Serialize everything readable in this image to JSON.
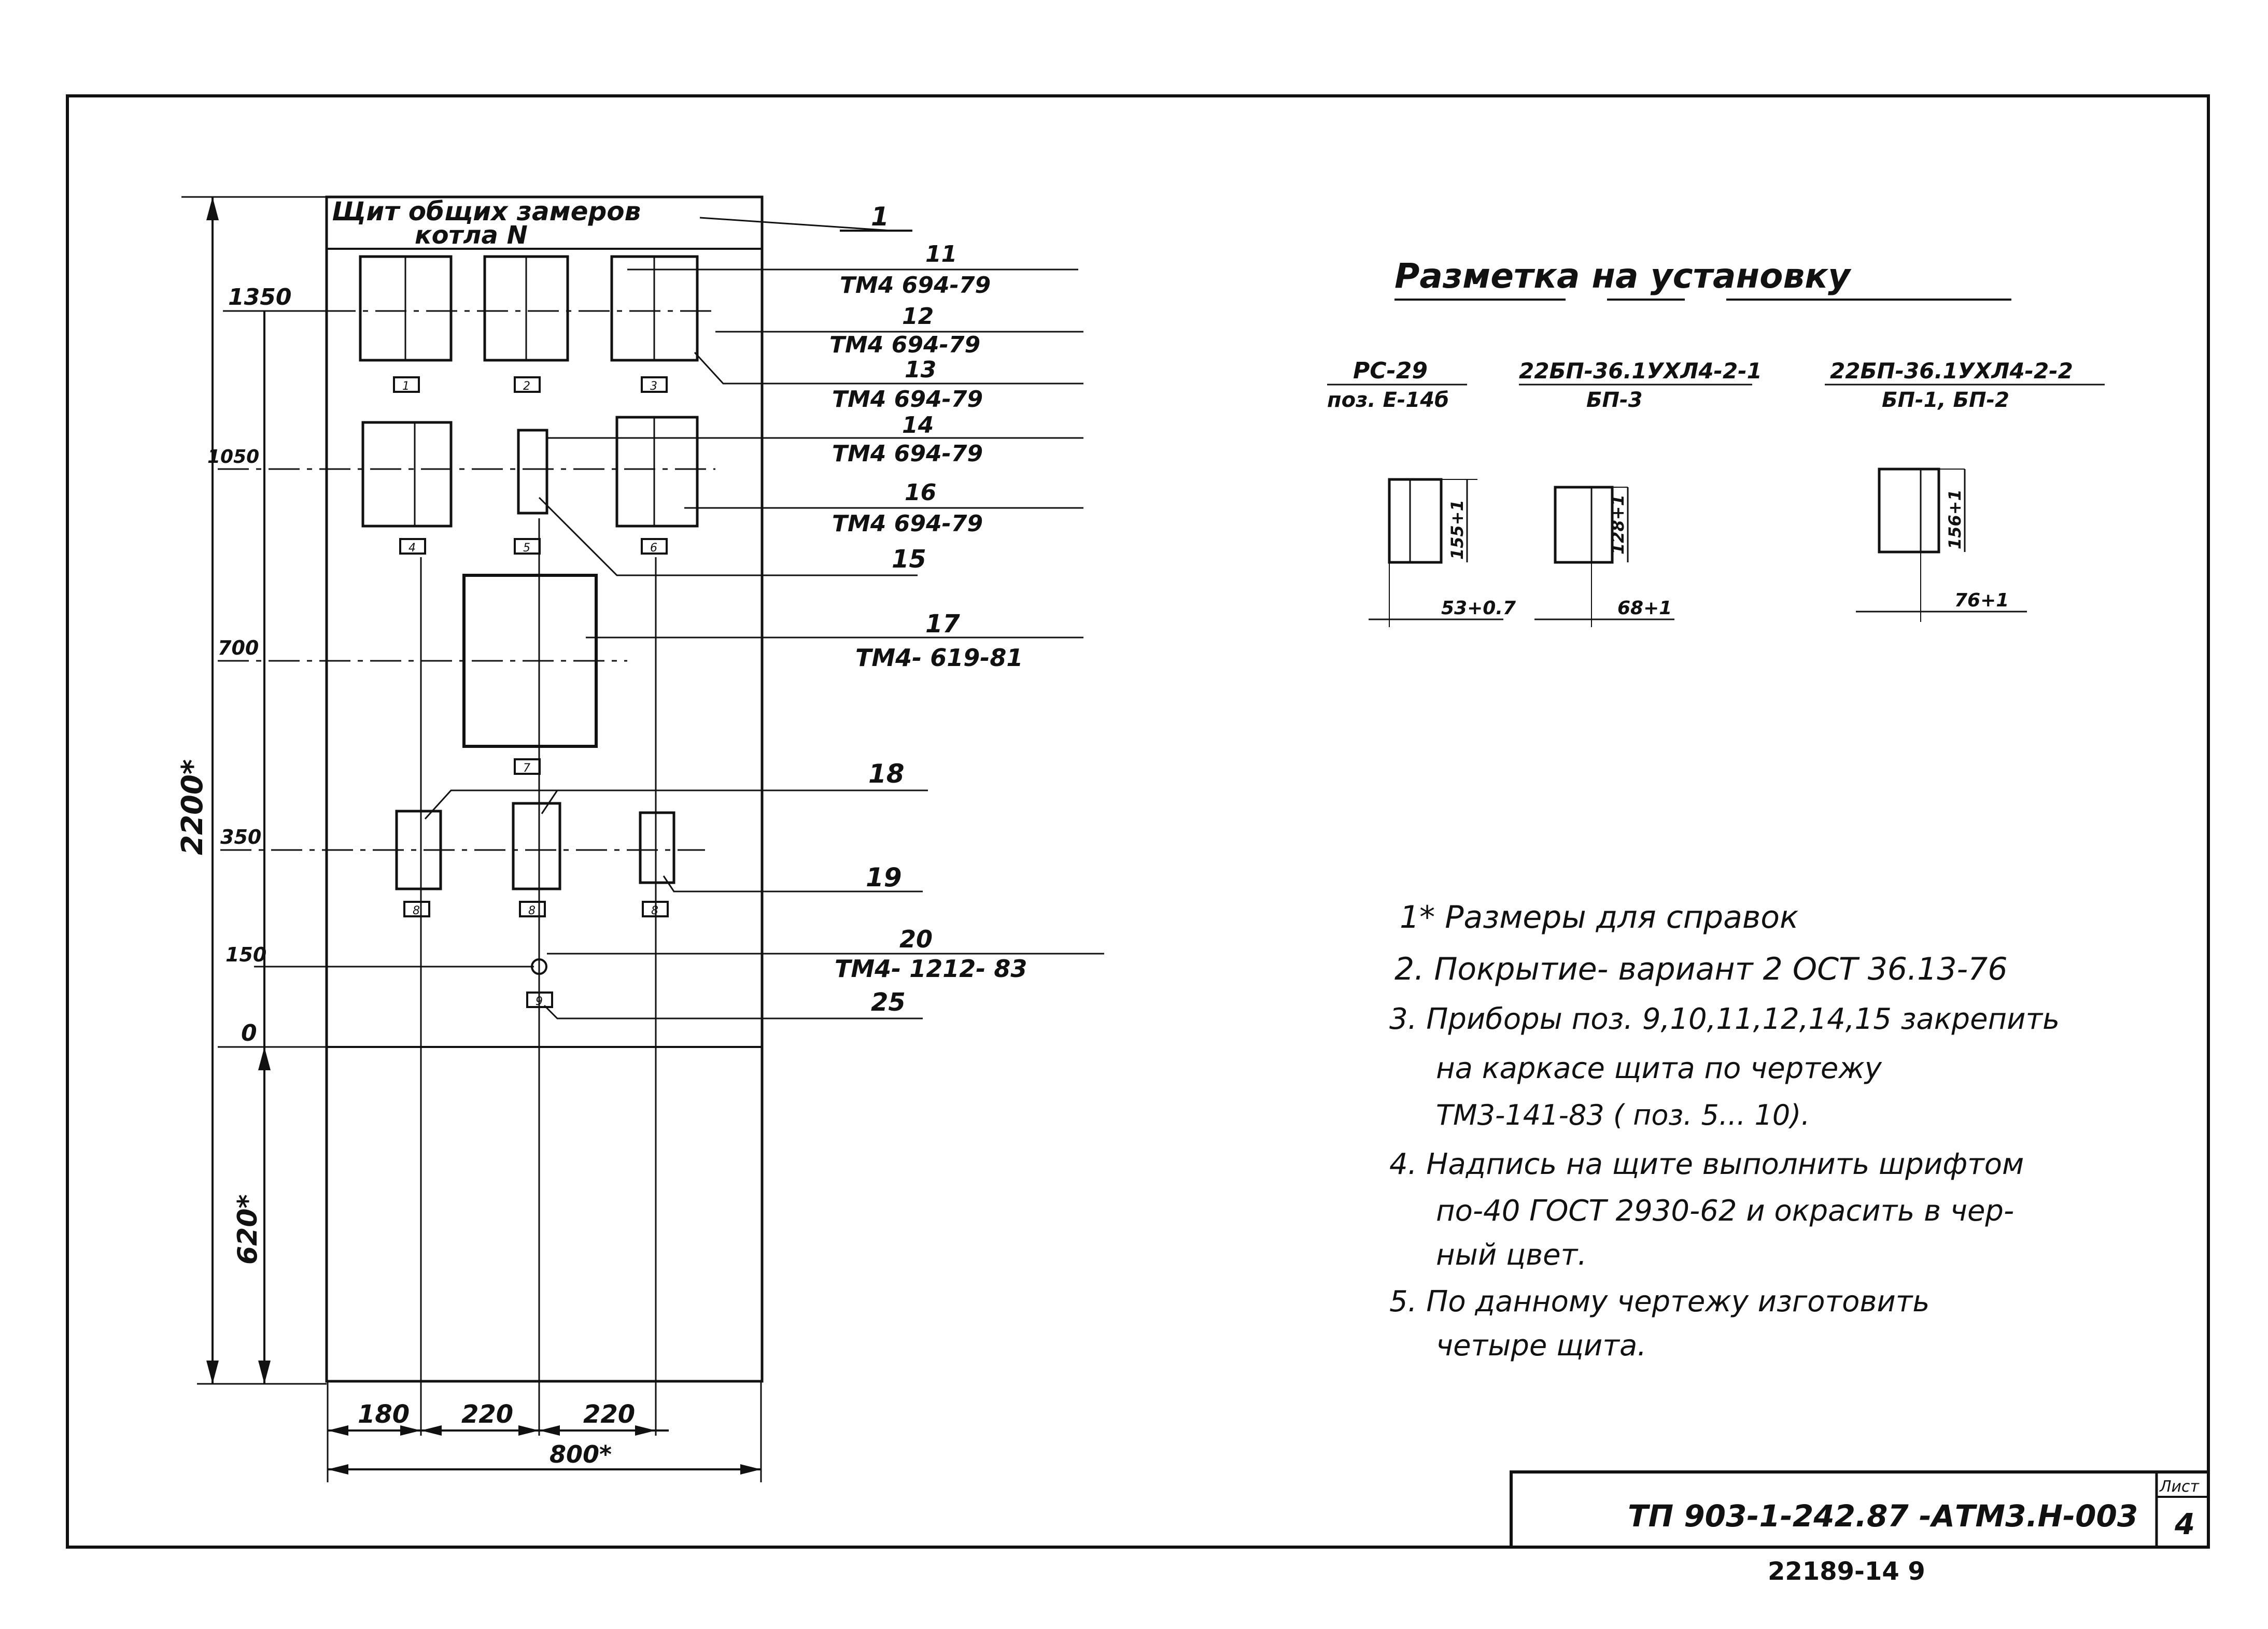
{
  "panel": {
    "title_line1": "Щит общих замеров",
    "title_line2": "котла N"
  },
  "elevations": {
    "e1350": "1350",
    "e1050": "1050",
    "e700": "700",
    "e350": "350",
    "e150": "150",
    "e0": "0",
    "total_height": "2200*",
    "base_height": "620*"
  },
  "widths": {
    "w1": "180",
    "w2": "220",
    "w3": "220",
    "total": "800*"
  },
  "callouts": {
    "c1": {
      "num": "1"
    },
    "c11": {
      "num": "11",
      "ref": "ТМ4 694-79"
    },
    "c12": {
      "num": "12",
      "ref": "ТМ4 694-79"
    },
    "c13": {
      "num": "13",
      "ref": "ТМ4 694-79"
    },
    "c14": {
      "num": "14",
      "ref": "ТМ4 694-79"
    },
    "c15": {
      "num": "15"
    },
    "c16": {
      "num": "16",
      "ref": "ТМ4 694-79"
    },
    "c17": {
      "num": "17",
      "ref": "ТМ4- 619-81"
    },
    "c18": {
      "num": "18"
    },
    "c19": {
      "num": "19"
    },
    "c20": {
      "num": "20",
      "ref": "ТМ4- 1212- 83"
    },
    "c25": {
      "num": "25"
    }
  },
  "plates": [
    "1",
    "2",
    "3",
    "4",
    "5",
    "6",
    "7",
    "8",
    "8",
    "8",
    "9"
  ],
  "markup": {
    "title": "Разметка на установку",
    "col1_top": "РС-29",
    "col1_bottom": "поз. Е-14б",
    "col2_top": "22БП-36.1УХЛ4-2-1",
    "col2_bottom": "БП-3",
    "col3_top": "22БП-36.1УХЛ4-2-2",
    "col3_bottom": "БП-1, БП-2",
    "dim1_h": "155+1",
    "dim1_w": "53+0.7",
    "dim2_h": "128+1",
    "dim2_w": "68+1",
    "dim3_h": "156+1",
    "dim3_w": "76+1"
  },
  "notes": [
    "1* Размеры для справок",
    "2. Покрытие- вариант 2 ОСТ 36.13-76",
    "3. Приборы поз. 9,10,11,12,14,15 закрепить",
    "на каркасе щита по чертежу",
    "ТМ3-141-83 ( поз. 5... 10).",
    "4. Надпись на щите выполнить шрифтом",
    "по-40 ГОСТ 2930-62 и окрасить в чер-",
    "ный цвет.",
    "5. По данному чертежу изготовить",
    "четыре щита."
  ],
  "stamp": {
    "doc_code": "ТП 903-1-242.87 -АТМ3.Н-003",
    "sheet_label": "Лист",
    "sheet_number": "4",
    "inventory": "22189-14  9"
  }
}
